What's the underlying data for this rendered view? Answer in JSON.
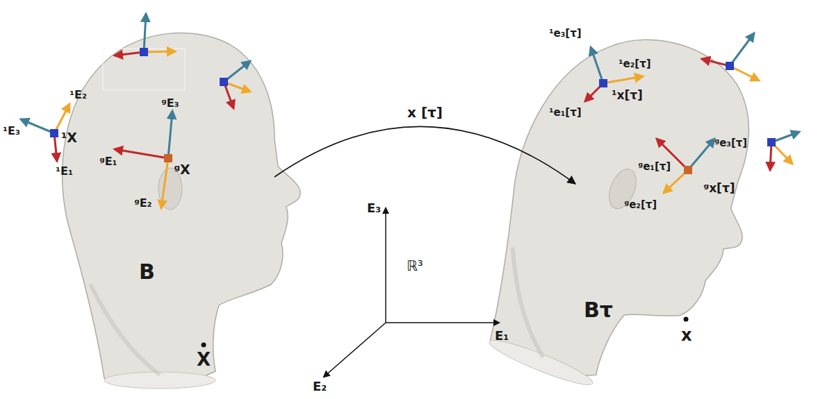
{
  "diagram": {
    "nodes": [
      {
        "text": [
          "B"
        ]
      },
      {
        "text": [
          "Bτ"
        ]
      }
    ],
    "edges": [
      {
        "from": 0,
        "to": 1,
        "arrow": "to",
        "label": "x [τ]"
      }
    ],
    "labels": [
      "¹E₃",
      "¹E₂",
      "¹X",
      "¹E₁",
      "ᵍE₃",
      "ᵍE₁",
      "ᵍX",
      "ᵍE₂",
      "X",
      "E₃",
      "ℝ³",
      "E₁",
      "E₂",
      "¹e₃[τ]",
      "¹e₂[τ]",
      "¹x[τ]",
      "¹e₁[τ]",
      "ᵍe₃[τ]",
      "ᵍe₁[τ]",
      "ᵍx[τ]",
      "ᵍe₂[τ]",
      "x"
    ]
  }
}
